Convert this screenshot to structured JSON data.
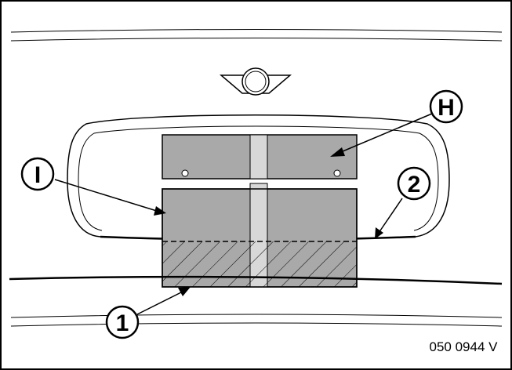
{
  "figure_id": "050 0944 V",
  "callouts": {
    "H": "H",
    "I": "I",
    "two": "2",
    "one": "1"
  },
  "colors": {
    "plate_fill": "#a9a9a9",
    "bracket_fill": "#d8d8d8",
    "line": "#000000",
    "background": "#ffffff"
  },
  "icons": {
    "emblem": "mini-wings-logo-icon"
  }
}
